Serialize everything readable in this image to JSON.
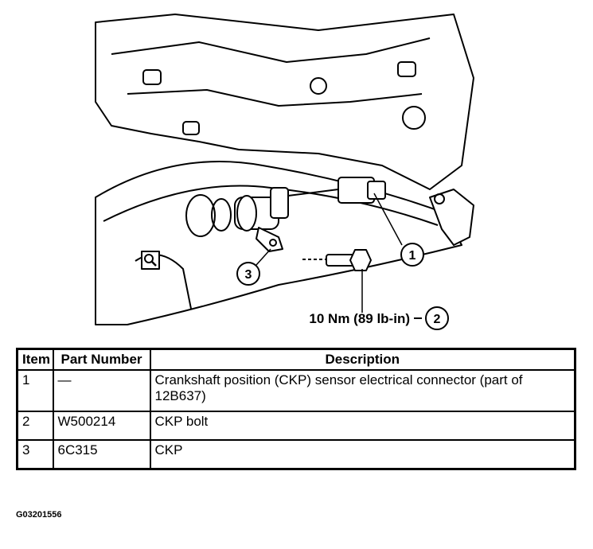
{
  "illustration": {
    "torque_label": "10 Nm (89 lb-in)",
    "callouts": [
      "1",
      "2",
      "3"
    ]
  },
  "table": {
    "headers": {
      "item": "Item",
      "part_number": "Part Number",
      "description": "Description"
    },
    "rows": [
      {
        "item": "1",
        "part_number": "—",
        "description": "Crankshaft position (CKP) sensor electrical connector (part of 12B637)"
      },
      {
        "item": "2",
        "part_number": "W500214",
        "description": "CKP bolt"
      },
      {
        "item": "3",
        "part_number": "6C315",
        "description": "CKP"
      }
    ]
  },
  "figure_code": "G03201556",
  "icons": {
    "zoom": "magnifier-icon"
  }
}
